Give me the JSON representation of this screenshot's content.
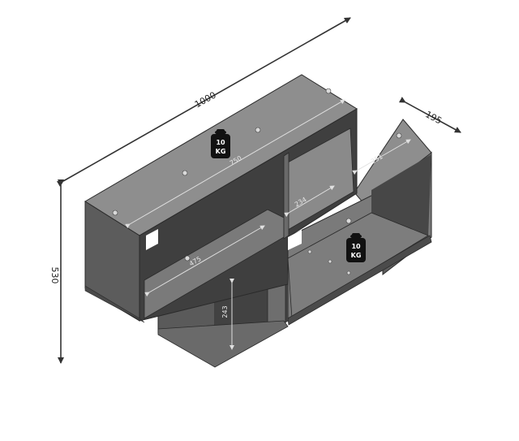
{
  "dimensions": {
    "width": "1000",
    "depth": "195",
    "height": "530"
  },
  "inner_dimensions": {
    "upper_shelf_length": "750",
    "right_compartment_width": "251",
    "middle_compartment_width": "234",
    "lower_shelf_length": "475",
    "compartment_height": "243"
  },
  "load_badges": [
    {
      "value": "10",
      "unit": "KG"
    },
    {
      "value": "10",
      "unit": "KG"
    }
  ],
  "colors": {
    "panel_top": "#8e8e8e",
    "panel_front": "#5c5c5c",
    "panel_inner": "#3f3f3f",
    "panel_shelf": "#7a7a7a",
    "edge": "#2a2a2a",
    "dimension_line": "#333333"
  }
}
